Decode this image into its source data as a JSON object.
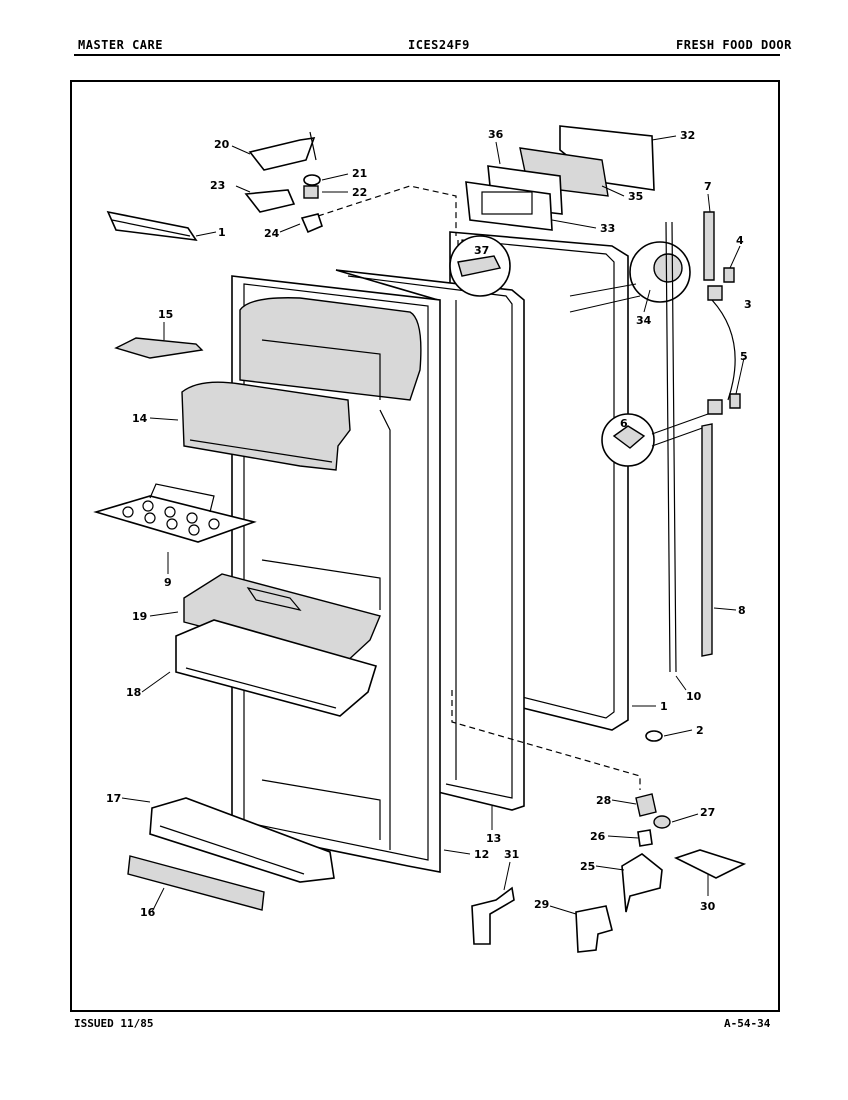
{
  "header": {
    "left": "MASTER CARE",
    "center": "ICES24F9",
    "right": "FRESH FOOD DOOR"
  },
  "footer": {
    "issued": "ISSUED 11/85",
    "code": "A-54-34"
  },
  "callouts": [
    "20",
    "21",
    "23",
    "22",
    "24",
    "1",
    "15",
    "14",
    "9",
    "19",
    "18",
    "17",
    "16",
    "12",
    "13",
    "31",
    "36",
    "32",
    "35",
    "33",
    "37",
    "34",
    "7",
    "4",
    "3",
    "5",
    "6",
    "8",
    "10",
    "1",
    "2",
    "28",
    "27",
    "26",
    "25",
    "30",
    "29"
  ]
}
